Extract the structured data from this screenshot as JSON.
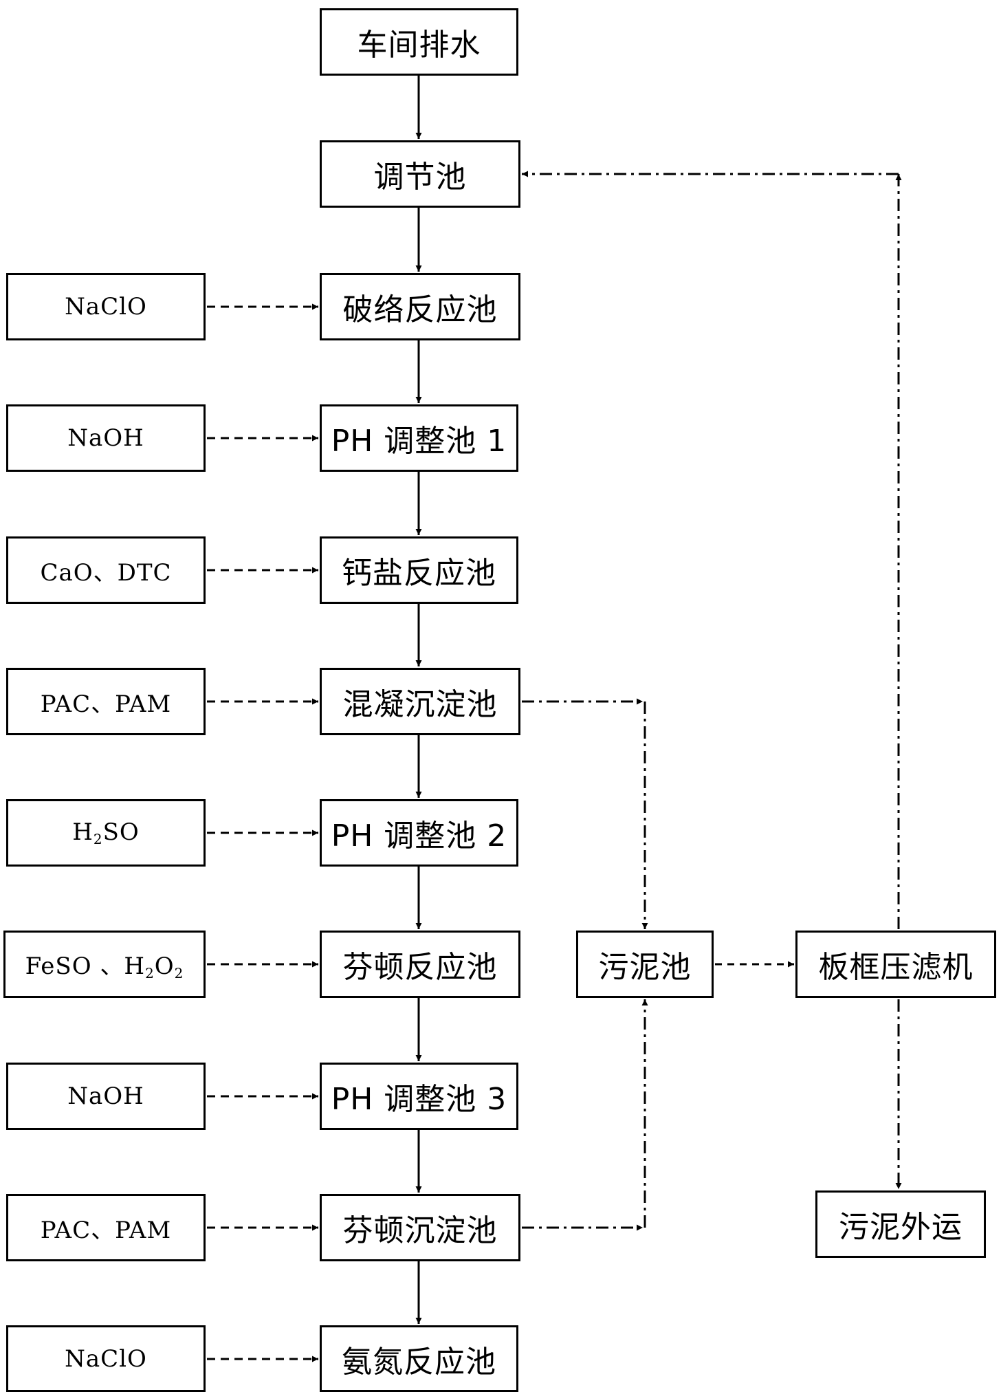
{
  "main_chain": [
    "车间排水",
    "调节池",
    "破络反应池",
    "PH 调整池 1",
    "钙盐反应池",
    "混凝沉淀池",
    "PH 调整池 2",
    "芬顿反应池",
    "PH 调整池 3",
    "芬顿沉淀池",
    "氨氮反应池"
  ],
  "reagents": {
    "r1": "NaClO",
    "r2": "NaOH",
    "r3": "CaO、DTC",
    "r4": "PAC、PAM",
    "r5_pre": "H",
    "r5_sub": "2",
    "r5_post": "SO",
    "r6_a": "FeSO 、H",
    "r6_sub1": "2",
    "r6_b": "O",
    "r6_sub2": "2",
    "r7": "NaOH",
    "r8": "PAC、PAM",
    "r9": "NaClO"
  },
  "sludge": {
    "sludge_tank": "污泥池",
    "filter_press": "板框压滤机",
    "sludge_out": "污泥外运"
  }
}
